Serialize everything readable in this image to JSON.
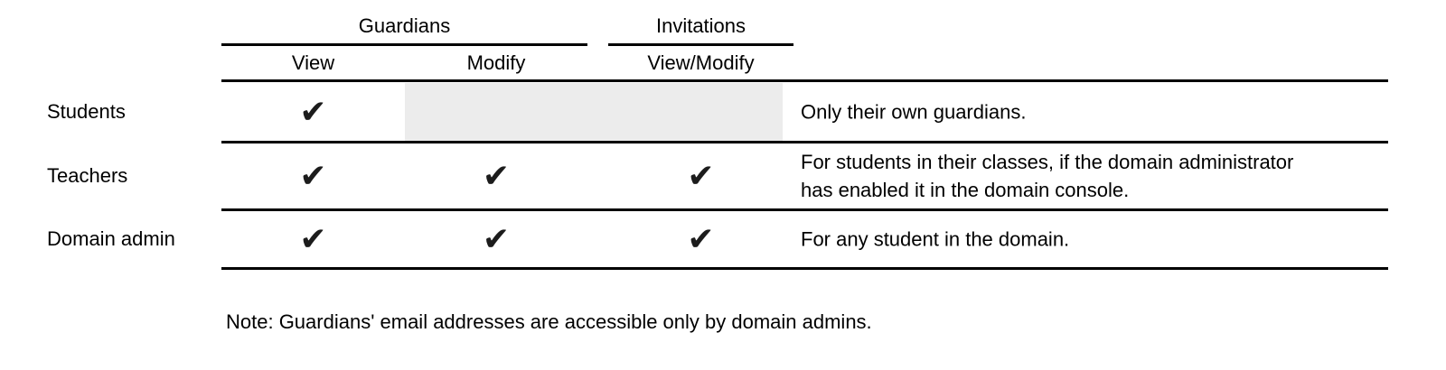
{
  "table": {
    "check_glyph": "✔",
    "column_groups": [
      {
        "label": "Guardians"
      },
      {
        "label": "Invitations"
      }
    ],
    "columns": [
      {
        "label": "View",
        "group": "Guardians"
      },
      {
        "label": "Modify",
        "group": "Guardians"
      },
      {
        "label": "View/Modify",
        "group": "Invitations"
      }
    ],
    "rows": [
      {
        "label": "Students",
        "checks": {
          "view": true,
          "modify": false,
          "view_modify": false
        },
        "note_lines": [
          "Only their own guardians."
        ]
      },
      {
        "label": "Teachers",
        "checks": {
          "view": true,
          "modify": true,
          "view_modify": true
        },
        "note_lines": [
          "For students in their classes, if the domain administrator",
          "has enabled it in the domain console."
        ]
      },
      {
        "label": "Domain admin",
        "checks": {
          "view": true,
          "modify": true,
          "view_modify": true
        },
        "note_lines": [
          "For any student in the domain."
        ]
      }
    ]
  },
  "footer": {
    "note": "Note: Guardians' email addresses are accessible only by domain admins."
  },
  "colors": {
    "disabled_cell_bg": "#ececec",
    "line": "#000000",
    "text": "#000000"
  }
}
